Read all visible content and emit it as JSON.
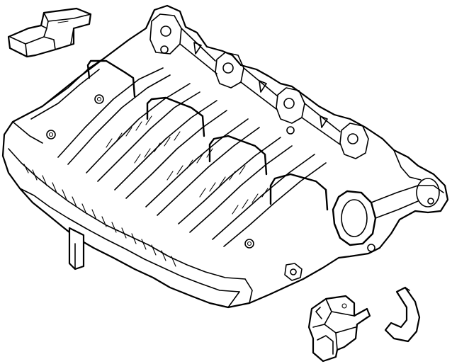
{
  "diagram": {
    "parts": [
      {
        "name": "sensor-bracket"
      },
      {
        "name": "intake-manifold"
      },
      {
        "name": "solenoid-valve"
      },
      {
        "name": "vacuum-hose"
      }
    ]
  }
}
